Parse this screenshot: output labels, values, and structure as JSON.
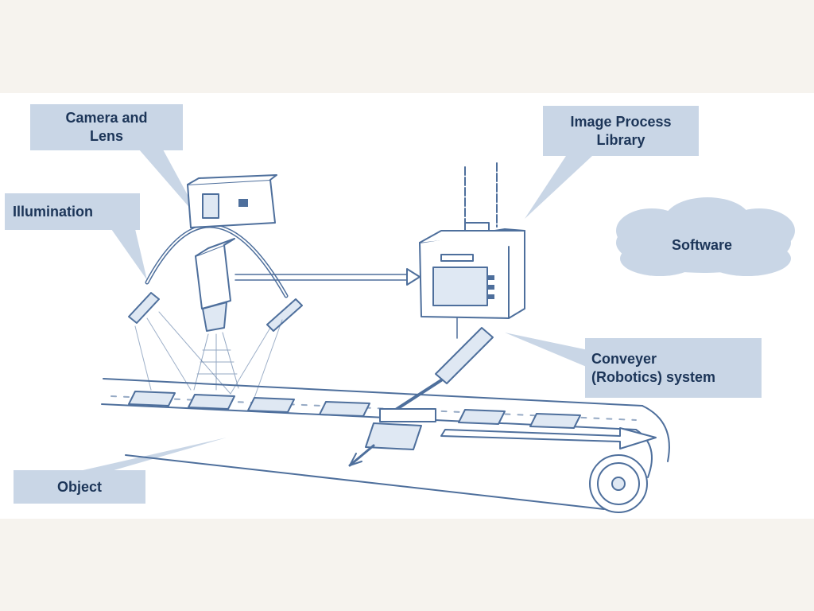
{
  "labels": {
    "camera_and_lens": "Camera and\nLens",
    "illumination": "Illumination",
    "image_process_library": "Image Process\nLibrary",
    "software": "Software",
    "conveyer_system": "Conveyer\n(Robotics) system",
    "object": "Object"
  },
  "colors": {
    "page_background": "#f6f3ee",
    "panel_background": "#ffffff",
    "callout_fill": "#c9d6e6",
    "label_text": "#1c3558",
    "sketch_line": "#4e6f9c",
    "sketch_fill": "#dfe8f3"
  }
}
